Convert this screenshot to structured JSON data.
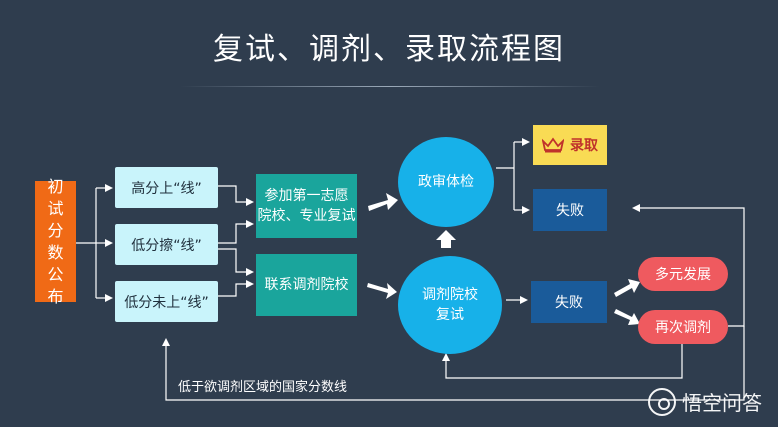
{
  "title": "复试、调剂、录取流程图",
  "nodes": {
    "initial": "初试分数公布",
    "high": "高分上“线”",
    "border": "低分擦“线”",
    "below": "低分未上“线”",
    "first_choice_line1": "参加第一志愿",
    "first_choice_line2": "院校、专业复试",
    "contact": "联系调剂院校",
    "political": "政审体检",
    "adjust_line1": "调剂院校",
    "adjust_line2": "复试",
    "admit": "录取",
    "fail_top": "失败",
    "fail_mid": "失败",
    "develop": "多元发展",
    "readjust": "再次调剂"
  },
  "note": "低于欲调剂区域的国家分数线",
  "watermark": "悟空问答",
  "colors": {
    "background": "#2f3d4e",
    "orange": "#f06a16",
    "light_cyan": "#c9f4fb",
    "teal": "#1aa59c",
    "circle_blue": "#17b1e9",
    "navy": "#1a5b9a",
    "gold": "#f9db54",
    "red_pill": "#ef5a5f"
  },
  "icons": [
    "crown-icon",
    "arrow-icon",
    "watermark-logo-icon"
  ]
}
